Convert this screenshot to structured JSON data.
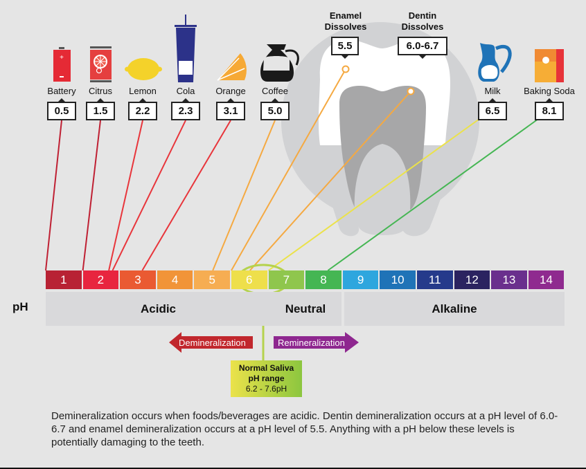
{
  "items": [
    {
      "name": "Battery",
      "value": "0.5",
      "icon": "battery-icon",
      "color": "#bf2033"
    },
    {
      "name": "Citrus",
      "value": "1.5",
      "icon": "citrus-can-icon",
      "color": "#bf2033"
    },
    {
      "name": "Lemon",
      "value": "2.2",
      "icon": "lemon-icon",
      "color": "#e8353b"
    },
    {
      "name": "Cola",
      "value": "2.3",
      "icon": "cola-cup-icon",
      "color": "#e8353b"
    },
    {
      "name": "Orange",
      "value": "3.1",
      "icon": "orange-slice-icon",
      "color": "#e8353b"
    },
    {
      "name": "Coffee",
      "value": "5.0",
      "icon": "coffee-pot-icon",
      "color": "#f5a941"
    },
    {
      "name": "Milk",
      "value": "6.5",
      "icon": "milk-jug-icon",
      "color": "#ebe24a"
    },
    {
      "name": "Baking Soda",
      "value": "8.1",
      "icon": "baking-soda-box-icon",
      "color": "#45b653"
    }
  ],
  "thresholds": [
    {
      "title_line1": "Enamel",
      "title_line2": "Dissolves",
      "value": "5.5",
      "color": "#f5a941"
    },
    {
      "title_line1": "Dentin",
      "title_line2": "Dissolves",
      "value": "6.0-6.7",
      "color": "#f5a941"
    }
  ],
  "scale": {
    "label": "pH",
    "steps": [
      {
        "n": "1",
        "color": "#b82234"
      },
      {
        "n": "2",
        "color": "#e8253f"
      },
      {
        "n": "3",
        "color": "#ea5a32"
      },
      {
        "n": "4",
        "color": "#f19438"
      },
      {
        "n": "5",
        "color": "#f6ad52"
      },
      {
        "n": "6",
        "color": "#eedf4b"
      },
      {
        "n": "7",
        "color": "#8fc64d"
      },
      {
        "n": "8",
        "color": "#45b653"
      },
      {
        "n": "9",
        "color": "#2ea6de"
      },
      {
        "n": "10",
        "color": "#1f73b7"
      },
      {
        "n": "11",
        "color": "#253a8b"
      },
      {
        "n": "12",
        "color": "#2b2360"
      },
      {
        "n": "13",
        "color": "#6a2f8d"
      },
      {
        "n": "14",
        "color": "#8f2a8f"
      }
    ],
    "zones": {
      "acidic": "Acidic",
      "neutral": "Neutral",
      "alkaline": "Alkaline"
    }
  },
  "arrows": {
    "demineralization": {
      "label": "Demineralization",
      "color": "#c1272d"
    },
    "remineralization": {
      "label": "Remineralization",
      "color": "#8e278f"
    }
  },
  "saliva": {
    "line1": "Normal Saliva",
    "line2": "pH range",
    "line3": "6.2 - 7.6pH",
    "ring_color": "#b5d24d"
  },
  "description": "Demineralization occurs when foods/beverages are acidic. Dentin demineralization occurs at a pH level of 6.0-6.7 and enamel demineralization occurs at a pH level of 5.5. Anything with a pH below these levels is potentially damaging to the teeth."
}
